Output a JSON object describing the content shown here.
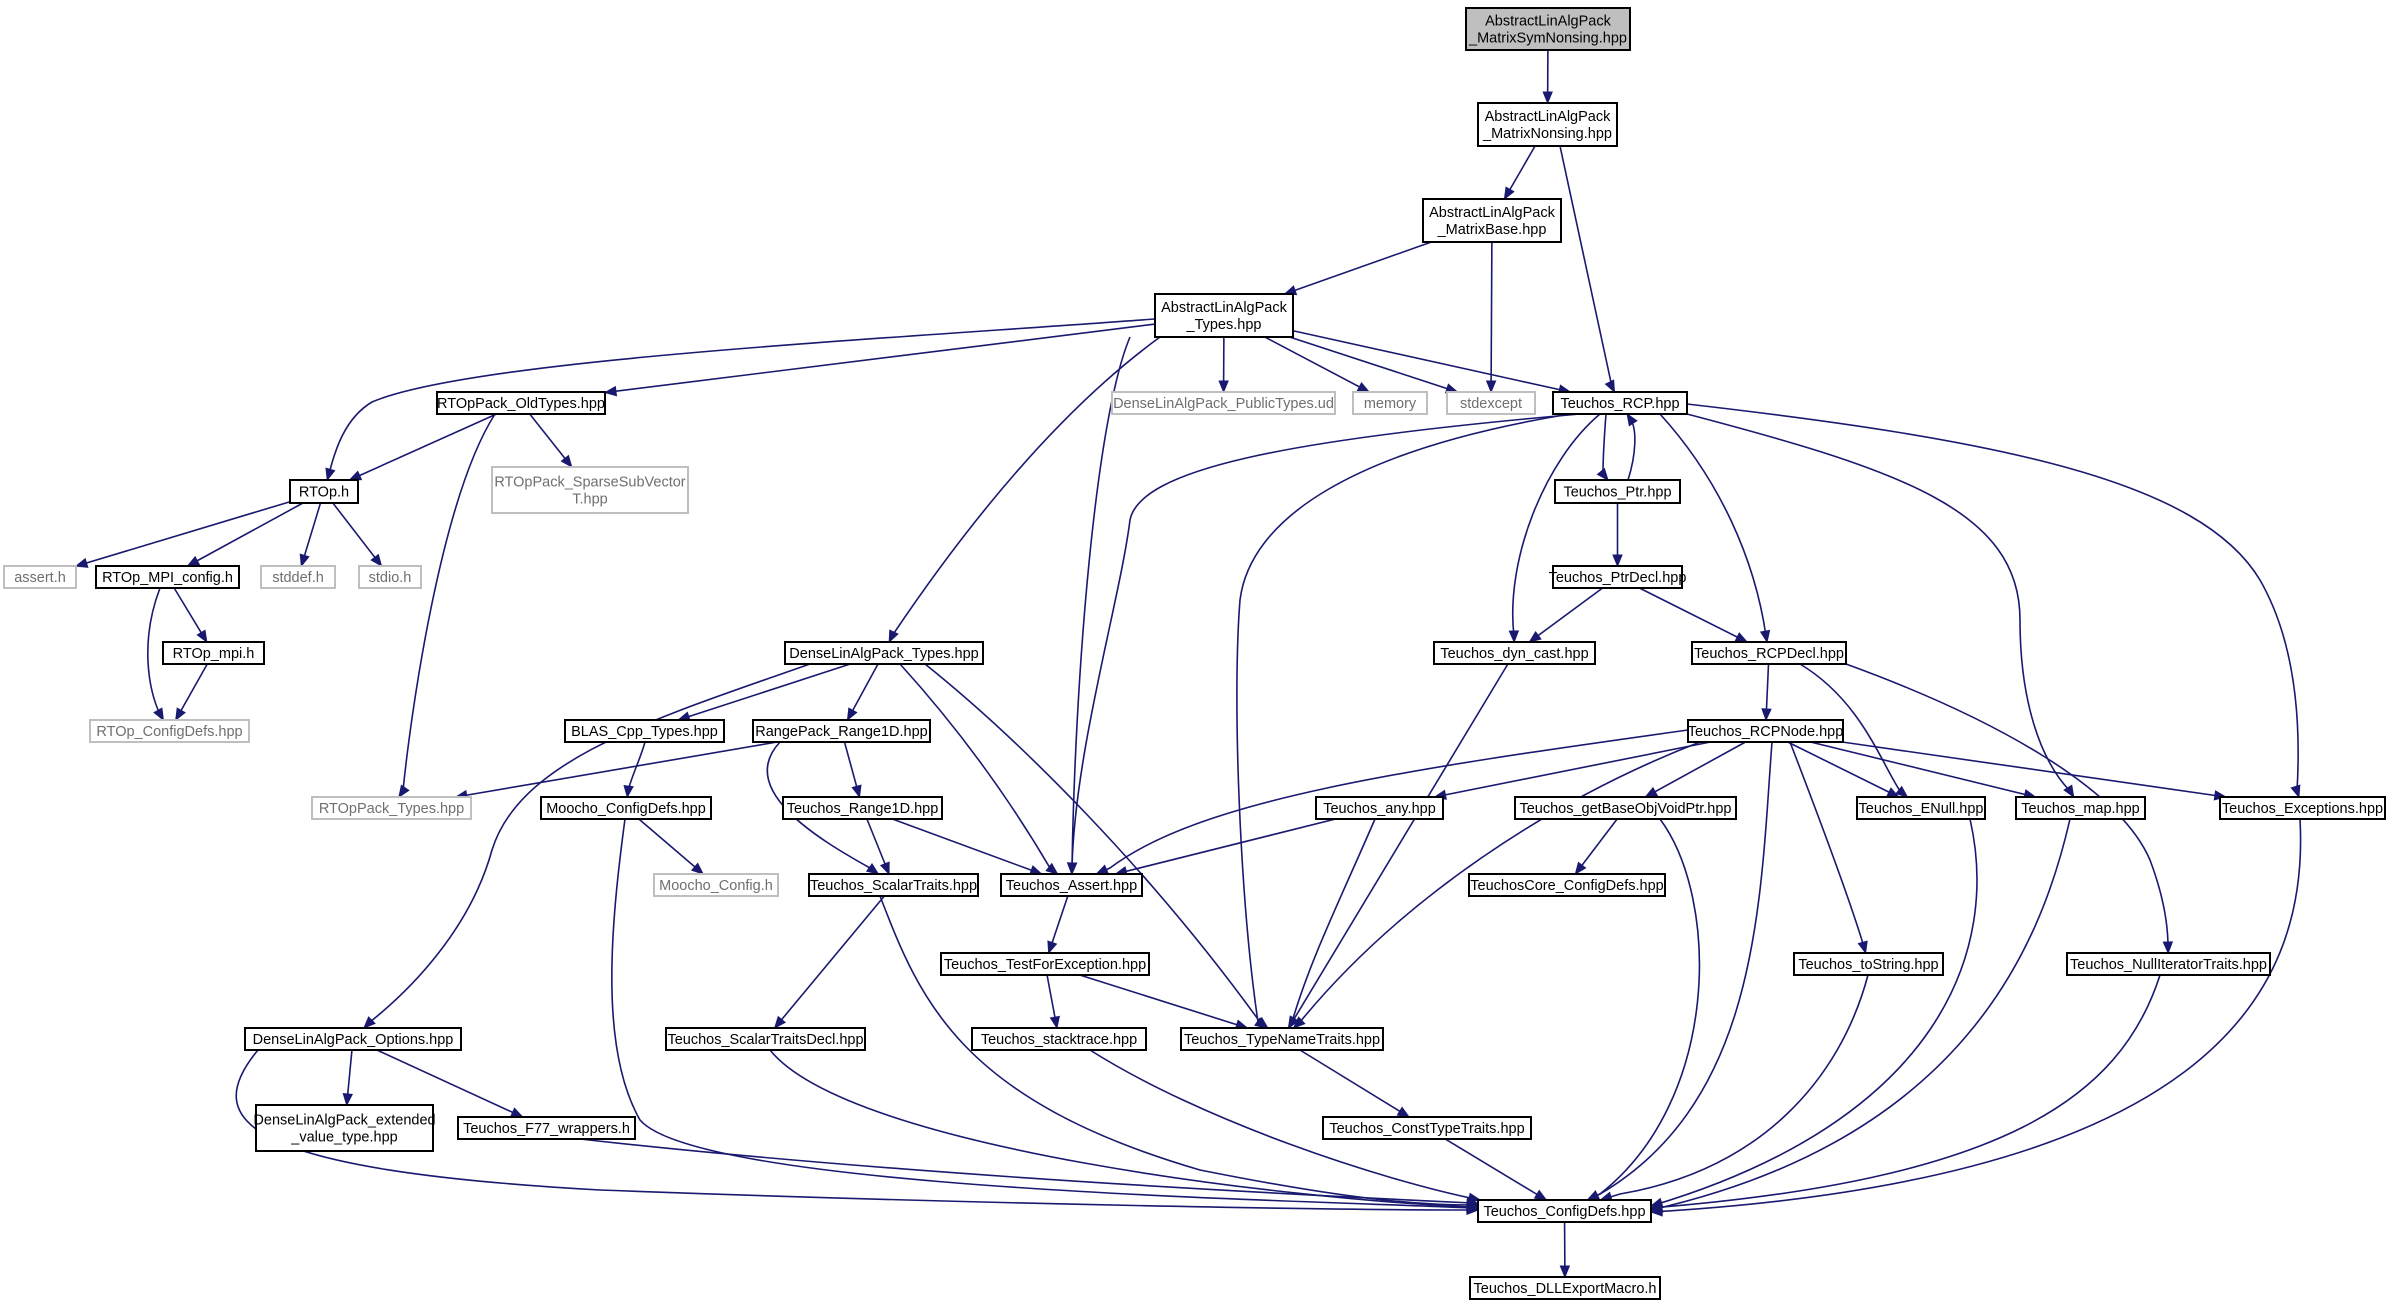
{
  "graph": {
    "colors": {
      "edge": "#191970",
      "root_fill": "#bfbfbf",
      "node_border": "#000000",
      "external_border": "#bfbfbf",
      "external_text": "#6f6f6f"
    },
    "nodes": [
      {
        "id": "root",
        "label": [
          "AbstractLinAlgPack",
          "_MatrixSymNonsing.hpp"
        ],
        "kind": "root"
      },
      {
        "id": "matnonsing",
        "label": [
          "AbstractLinAlgPack",
          "_MatrixNonsing.hpp"
        ]
      },
      {
        "id": "matbase",
        "label": [
          "AbstractLinAlgPack",
          "_MatrixBase.hpp"
        ]
      },
      {
        "id": "algtypes",
        "label": [
          "AbstractLinAlgPack",
          "_Types.hpp"
        ]
      },
      {
        "id": "oldtypes",
        "label": [
          "RTOpPack_OldTypes.hpp"
        ]
      },
      {
        "id": "publictypes",
        "label": [
          "DenseLinAlgPack_PublicTypes.ud"
        ],
        "kind": "external"
      },
      {
        "id": "memory",
        "label": [
          "memory"
        ],
        "kind": "external"
      },
      {
        "id": "stdexcept",
        "label": [
          "stdexcept"
        ],
        "kind": "external"
      },
      {
        "id": "rcp",
        "label": [
          "Teuchos_RCP.hpp"
        ]
      },
      {
        "id": "rtop",
        "label": [
          "RTOp.h"
        ]
      },
      {
        "id": "sparsesub",
        "label": [
          "RTOpPack_SparseSubVector",
          "T.hpp"
        ],
        "kind": "external"
      },
      {
        "id": "ptr",
        "label": [
          "Teuchos_Ptr.hpp"
        ]
      },
      {
        "id": "asserth",
        "label": [
          "assert.h"
        ],
        "kind": "external"
      },
      {
        "id": "mpiconfig",
        "label": [
          "RTOp_MPI_config.h"
        ]
      },
      {
        "id": "stddef",
        "label": [
          "stddef.h"
        ],
        "kind": "external"
      },
      {
        "id": "stdio",
        "label": [
          "stdio.h"
        ],
        "kind": "external"
      },
      {
        "id": "ptrdecl",
        "label": [
          "Teuchos_PtrDecl.hpp"
        ]
      },
      {
        "id": "rtopmpi",
        "label": [
          "RTOp_mpi.h"
        ]
      },
      {
        "id": "densetypes",
        "label": [
          "DenseLinAlgPack_Types.hpp"
        ]
      },
      {
        "id": "dyncast",
        "label": [
          "Teuchos_dyn_cast.hpp"
        ]
      },
      {
        "id": "rcpdecl",
        "label": [
          "Teuchos_RCPDecl.hpp"
        ]
      },
      {
        "id": "rtopconfigdefs",
        "label": [
          "RTOp_ConfigDefs.hpp"
        ],
        "kind": "external"
      },
      {
        "id": "blascpp",
        "label": [
          "BLAS_Cpp_Types.hpp"
        ]
      },
      {
        "id": "range1d",
        "label": [
          "RangePack_Range1D.hpp"
        ]
      },
      {
        "id": "rcpnode",
        "label": [
          "Teuchos_RCPNode.hpp"
        ]
      },
      {
        "id": "rtoppacktypes",
        "label": [
          "RTOpPack_Types.hpp"
        ],
        "kind": "external"
      },
      {
        "id": "moochoconfigdefs",
        "label": [
          "Moocho_ConfigDefs.hpp"
        ]
      },
      {
        "id": "trange1d",
        "label": [
          "Teuchos_Range1D.hpp"
        ]
      },
      {
        "id": "tany",
        "label": [
          "Teuchos_any.hpp"
        ]
      },
      {
        "id": "getbase",
        "label": [
          "Teuchos_getBaseObjVoidPtr.hpp"
        ]
      },
      {
        "id": "enull",
        "label": [
          "Teuchos_ENull.hpp"
        ]
      },
      {
        "id": "tmap",
        "label": [
          "Teuchos_map.hpp"
        ]
      },
      {
        "id": "texceptions",
        "label": [
          "Teuchos_Exceptions.hpp"
        ]
      },
      {
        "id": "moochoconfig",
        "label": [
          "Moocho_Config.h"
        ],
        "kind": "external"
      },
      {
        "id": "scalartraits",
        "label": [
          "Teuchos_ScalarTraits.hpp"
        ]
      },
      {
        "id": "tassert",
        "label": [
          "Teuchos_Assert.hpp"
        ]
      },
      {
        "id": "coreconfigdefs",
        "label": [
          "TeuchosCore_ConfigDefs.hpp"
        ]
      },
      {
        "id": "testforexc",
        "label": [
          "Teuchos_TestForException.hpp"
        ]
      },
      {
        "id": "tostring",
        "label": [
          "Teuchos_toString.hpp"
        ]
      },
      {
        "id": "nulliter",
        "label": [
          "Teuchos_NullIteratorTraits.hpp"
        ]
      },
      {
        "id": "options",
        "label": [
          "DenseLinAlgPack_Options.hpp"
        ]
      },
      {
        "id": "scalartraitsdecl",
        "label": [
          "Teuchos_ScalarTraitsDecl.hpp"
        ]
      },
      {
        "id": "stacktrace",
        "label": [
          "Teuchos_stacktrace.hpp"
        ]
      },
      {
        "id": "typenametraits",
        "label": [
          "Teuchos_TypeNameTraits.hpp"
        ]
      },
      {
        "id": "extvaluetype",
        "label": [
          "DenseLinAlgPack_extended",
          "_value_type.hpp"
        ]
      },
      {
        "id": "f77wrappers",
        "label": [
          "Teuchos_F77_wrappers.h"
        ]
      },
      {
        "id": "consttypetraits",
        "label": [
          "Teuchos_ConstTypeTraits.hpp"
        ]
      },
      {
        "id": "tconfigdefs",
        "label": [
          "Teuchos_ConfigDefs.hpp"
        ]
      },
      {
        "id": "dllexport",
        "label": [
          "Teuchos_DLLExportMacro.h"
        ]
      }
    ],
    "edges": [
      [
        "root",
        "matnonsing"
      ],
      [
        "matnonsing",
        "matbase"
      ],
      [
        "matnonsing",
        "rcp"
      ],
      [
        "matbase",
        "algtypes"
      ],
      [
        "matbase",
        "stdexcept"
      ],
      [
        "algtypes",
        "rtop"
      ],
      [
        "algtypes",
        "oldtypes"
      ],
      [
        "algtypes",
        "densetypes"
      ],
      [
        "algtypes",
        "tassert"
      ],
      [
        "algtypes",
        "publictypes"
      ],
      [
        "algtypes",
        "memory"
      ],
      [
        "algtypes",
        "stdexcept"
      ],
      [
        "algtypes",
        "rcp"
      ],
      [
        "oldtypes",
        "rtop"
      ],
      [
        "oldtypes",
        "sparsesub"
      ],
      [
        "oldtypes",
        "rtoppacktypes"
      ],
      [
        "rtop",
        "asserth"
      ],
      [
        "rtop",
        "mpiconfig"
      ],
      [
        "rtop",
        "stddef"
      ],
      [
        "rtop",
        "stdio"
      ],
      [
        "mpiconfig",
        "rtopmpi"
      ],
      [
        "mpiconfig",
        "rtopconfigdefs"
      ],
      [
        "rtopmpi",
        "rtopconfigdefs"
      ],
      [
        "rcp",
        "tassert"
      ],
      [
        "rcp",
        "typenametraits"
      ],
      [
        "rcp",
        "dyncast"
      ],
      [
        "rcp",
        "ptr"
      ],
      [
        "rcp",
        "rcpdecl"
      ],
      [
        "rcp",
        "tmap"
      ],
      [
        "rcp",
        "texceptions"
      ],
      [
        "ptr",
        "rcp"
      ],
      [
        "ptr",
        "ptrdecl"
      ],
      [
        "ptrdecl",
        "dyncast"
      ],
      [
        "ptrdecl",
        "rcpdecl"
      ],
      [
        "dyncast",
        "typenametraits"
      ],
      [
        "rcpdecl",
        "rcpnode"
      ],
      [
        "rcpdecl",
        "enull"
      ],
      [
        "rcpdecl",
        "nulliter"
      ],
      [
        "densetypes",
        "blascpp"
      ],
      [
        "densetypes",
        "range1d"
      ],
      [
        "densetypes",
        "tassert"
      ],
      [
        "densetypes",
        "typenametraits"
      ],
      [
        "densetypes",
        "options"
      ],
      [
        "blascpp",
        "moochoconfigdefs"
      ],
      [
        "range1d",
        "rtoppacktypes"
      ],
      [
        "range1d",
        "trange1d"
      ],
      [
        "range1d",
        "scalartraits"
      ],
      [
        "moochoconfigdefs",
        "moochoconfig"
      ],
      [
        "moochoconfigdefs",
        "tconfigdefs"
      ],
      [
        "trange1d",
        "scalartraits"
      ],
      [
        "trange1d",
        "tassert"
      ],
      [
        "rcpnode",
        "tassert"
      ],
      [
        "rcpnode",
        "tany"
      ],
      [
        "rcpnode",
        "typenametraits"
      ],
      [
        "rcpnode",
        "getbase"
      ],
      [
        "rcpnode",
        "enull"
      ],
      [
        "rcpnode",
        "tmap"
      ],
      [
        "rcpnode",
        "texceptions"
      ],
      [
        "rcpnode",
        "tostring"
      ],
      [
        "rcpnode",
        "tconfigdefs"
      ],
      [
        "tany",
        "tassert"
      ],
      [
        "tany",
        "typenametraits"
      ],
      [
        "getbase",
        "coreconfigdefs"
      ],
      [
        "getbase",
        "tconfigdefs"
      ],
      [
        "enull",
        "tconfigdefs"
      ],
      [
        "tmap",
        "tconfigdefs"
      ],
      [
        "texceptions",
        "tconfigdefs"
      ],
      [
        "scalartraits",
        "scalartraitsdecl"
      ],
      [
        "scalartraits",
        "tconfigdefs"
      ],
      [
        "tassert",
        "testforexc"
      ],
      [
        "testforexc",
        "stacktrace"
      ],
      [
        "testforexc",
        "typenametraits"
      ],
      [
        "tostring",
        "tconfigdefs"
      ],
      [
        "nulliter",
        "tconfigdefs"
      ],
      [
        "options",
        "extvaluetype"
      ],
      [
        "options",
        "f77wrappers"
      ],
      [
        "options",
        "tconfigdefs"
      ],
      [
        "scalartraitsdecl",
        "tconfigdefs"
      ],
      [
        "stacktrace",
        "tconfigdefs"
      ],
      [
        "typenametraits",
        "consttypetraits"
      ],
      [
        "f77wrappers",
        "tconfigdefs"
      ],
      [
        "consttypetraits",
        "tconfigdefs"
      ],
      [
        "tconfigdefs",
        "dllexport"
      ]
    ]
  }
}
